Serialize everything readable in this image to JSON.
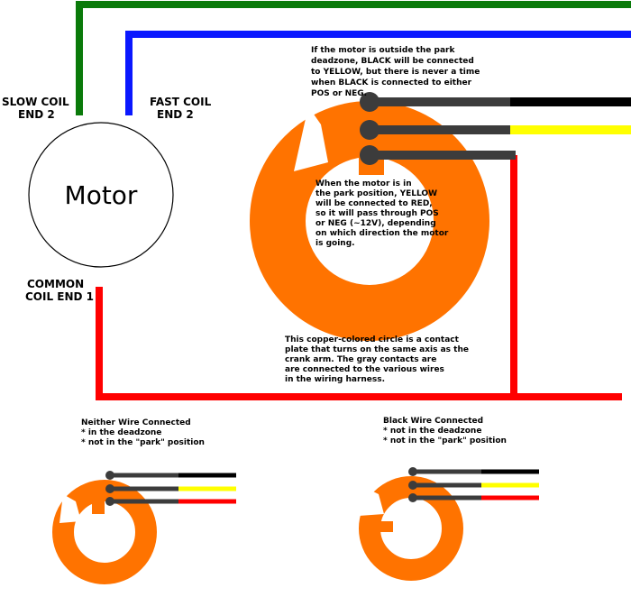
{
  "labels": {
    "slow_coil_line1": "SLOW COIL",
    "slow_coil_line2": "END 2",
    "fast_coil_line1": "FAST COIL",
    "fast_coil_line2": "END 2",
    "common_coil_line1": "COMMON",
    "common_coil_line2": "COIL END 1",
    "motor": "Motor"
  },
  "notes": {
    "outside_park": [
      "If the motor is outside the park",
      "deadzone, BLACK will be connected",
      "to YELLOW, but there is never a time",
      "when BLACK is connected to either",
      "POS or NEG."
    ],
    "park_position": [
      "When the motor is in",
      "the park position, YELLOW",
      "will be connected to RED,",
      "so it will pass through POS",
      "or NEG (~12V), depending",
      "on which direction the motor",
      "is going."
    ],
    "copper_circle": [
      "This copper-colored circle is a contact",
      "plate that turns on the same axis as the",
      "crank arm. The gray contacts are",
      "are connected to the various wires",
      "in the wiring harness."
    ]
  },
  "examples": {
    "left": {
      "title": "Neither Wire Connected",
      "bullets": [
        "* in the deadzone",
        "* not in the \"park\" position"
      ]
    },
    "right": {
      "title": "Black Wire Connected",
      "bullets": [
        "* not in the deadzone",
        "* not in the \"park\" position"
      ]
    }
  },
  "colors": {
    "slow_wire": "#0a7a0a",
    "fast_wire": "#0a18ff",
    "common_wire": "#ff0000",
    "black_wire": "#000000",
    "yellow_wire": "#ffff00",
    "contact_gray": "#3c3c3c",
    "copper": "#ff7300"
  }
}
